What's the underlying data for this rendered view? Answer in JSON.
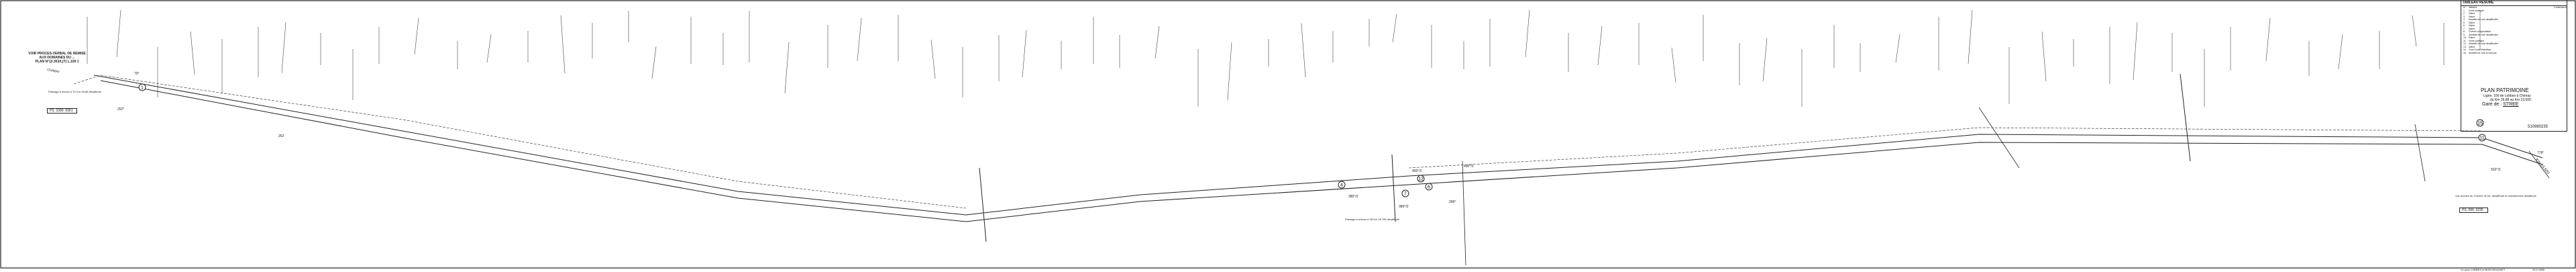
{
  "drawing": {
    "notes": {
      "proces_verbal": "VOIR PROCES-VERBAL DE REMISE AUX DOMAINES DU ...",
      "plan": "PLAN N°10.353/L(T) L.109 1",
      "chimay": "CHIMAY",
      "passage_left": "Passage à niveau n°21 Km 26,88 désaffecté",
      "passage_mid": "Passage à niveau n°28 Km 25,765 désaffecté",
      "right_note": "Voir archive du Chemin de fer, désaffecté et actuellement désaffecté",
      "km_end": "Km 23,500"
    },
    "refs": {
      "left": "PS. 1090. 0361",
      "right": "PS. 090. 0235"
    },
    "parcels": [
      "252°",
      "70°",
      "262",
      "380°/2",
      "400°/2",
      "389°/2",
      "399°",
      "400°/3",
      "502°/3",
      "778°"
    ],
    "circled_numbers": [
      "1",
      "4",
      "7",
      "6",
      "12",
      "11",
      "15"
    ]
  },
  "title_block": {
    "summary_title": "TABLEAU RESUME",
    "columns": [
      "N°",
      "Natures",
      "Contenance"
    ],
    "rows": [
      [
        "1",
        "Voirie publique"
      ],
      [
        "2",
        "Sabre"
      ],
      [
        "3",
        "Sabre"
      ],
      [
        "4",
        "Assiette du voie désaffectée"
      ],
      [
        "5",
        "Sabre"
      ],
      [
        "6",
        "Sabre"
      ],
      [
        "7",
        "Sabre"
      ],
      [
        "8",
        "Chemin d'exploitation"
      ],
      [
        "9",
        "Assiette de voie désaffectée"
      ],
      [
        "10",
        "Sabre"
      ],
      [
        "11",
        "Voirie publique"
      ],
      [
        "12",
        "Assiette de voie désaffectée"
      ],
      [
        "13",
        "Sabre"
      ],
      [
        "14",
        "Cour à marchandises"
      ],
      [
        "15",
        "Assiette de voie en service"
      ]
    ],
    "plan_title": "PLAN PATRIMOINE",
    "line": "Ligne: 109 de Lobbes à Chimay",
    "km_range": "du Km 26,88 au Km 23,500",
    "gare_label": "Gare de :",
    "gare": "STREE",
    "drawing_number": "510980235",
    "footer_left": "Vu pour LOBBES et BOIS BOUSSET",
    "footer_right": "29.9.1985"
  }
}
